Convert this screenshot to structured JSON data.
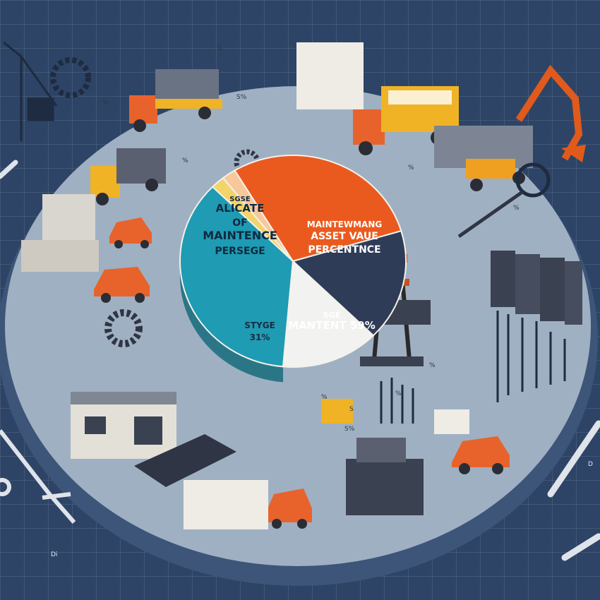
{
  "chart_data": {
    "type": "pie",
    "slices": [
      {
        "label_lines": [
          "SGSE",
          "ALICATE",
          "OF",
          "MAINTENCE",
          "PERSEGE"
        ],
        "value": 36,
        "color": "#1f9bb3"
      },
      {
        "label_lines": [
          "MAINTEWMANG",
          "ASSET VAUE",
          "PERCENTNCE"
        ],
        "value": 29,
        "color": "#ea5a1e"
      },
      {
        "label_lines": [
          "SGE",
          "MANTENT 59%"
        ],
        "value": 17,
        "color": "#2e3c58"
      },
      {
        "label_lines": [
          "STYGE",
          "31%"
        ],
        "value": 14,
        "color": "#f2f2f0"
      },
      {
        "label_lines": [],
        "value": 2,
        "color": "#f6c89a"
      },
      {
        "label_lines": [],
        "value": 2,
        "color": "#f4d46a"
      }
    ]
  },
  "decor": {
    "tiny_marks": [
      "%",
      "%",
      "S%",
      "%",
      "%",
      "%",
      "%",
      "S",
      "S%",
      "%",
      "%",
      "Di",
      "D"
    ],
    "icons": [
      "truck-icon",
      "crane-icon",
      "excavator-icon",
      "car-icon",
      "server-icon",
      "building-icon",
      "wrench-icon",
      "gear-icon",
      "keyboard-icon",
      "drill-rig-icon",
      "magnifier-icon",
      "container-icon"
    ]
  }
}
